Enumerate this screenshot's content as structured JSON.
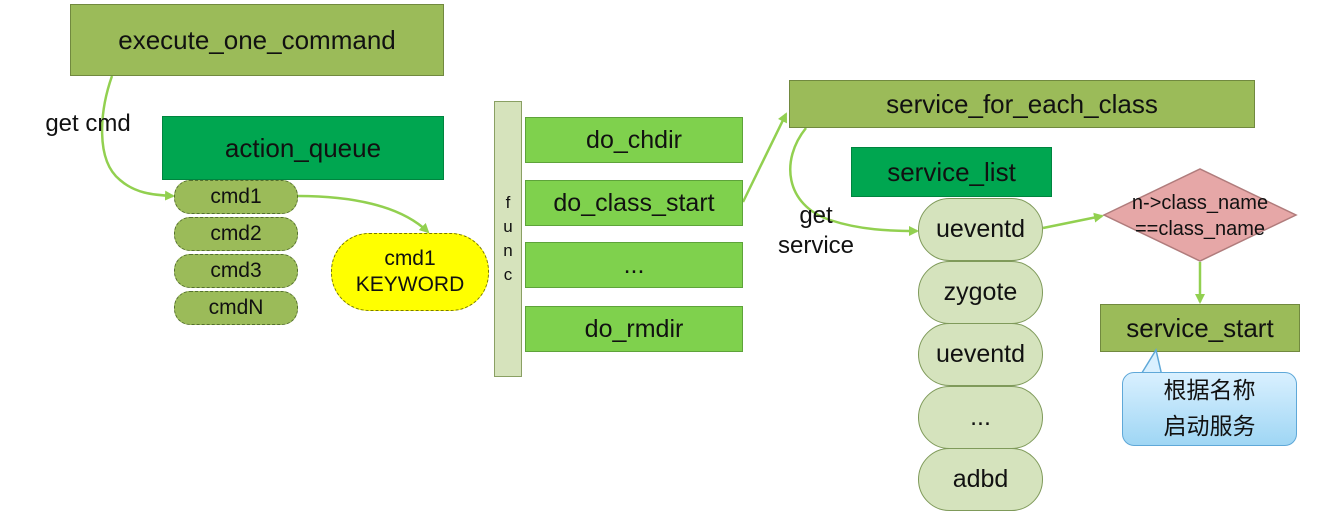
{
  "nodes": {
    "execute_one_command": "execute_one_command",
    "action_queue": "action_queue",
    "cmd1": "cmd1",
    "cmd2": "cmd2",
    "cmd3": "cmd3",
    "cmdN": "cmdN",
    "keyword_line1": "cmd1",
    "keyword_line2": "KEYWORD",
    "func_letters": [
      "f",
      "u",
      "n",
      "c"
    ],
    "do_chdir": "do_chdir",
    "do_class_start": "do_class_start",
    "func_ellipsis": "...",
    "do_rmdir": "do_rmdir",
    "service_for_each_class": "service_for_each_class",
    "service_list": "service_list",
    "services": [
      "ueventd",
      "zygote",
      "ueventd",
      "...",
      "adbd"
    ],
    "condition_line1": "n->class_name",
    "condition_line2": "==class_name",
    "service_start": "service_start",
    "callout_line1": "根据名称",
    "callout_line2": "启动服务"
  },
  "labels": {
    "get_cmd": "get cmd",
    "get_service_line1": "get",
    "get_service_line2": "service"
  },
  "colors": {
    "olive_box": "#9bbb59",
    "dark_green_box": "#00a650",
    "light_green_box": "#7fd14d",
    "service_pill": "#d5e3bd",
    "keyword_yellow": "#ffff00",
    "diamond_pink": "#e6a7a7",
    "arrow_green": "#92d050",
    "callout_blue": "#bfe4f8"
  }
}
